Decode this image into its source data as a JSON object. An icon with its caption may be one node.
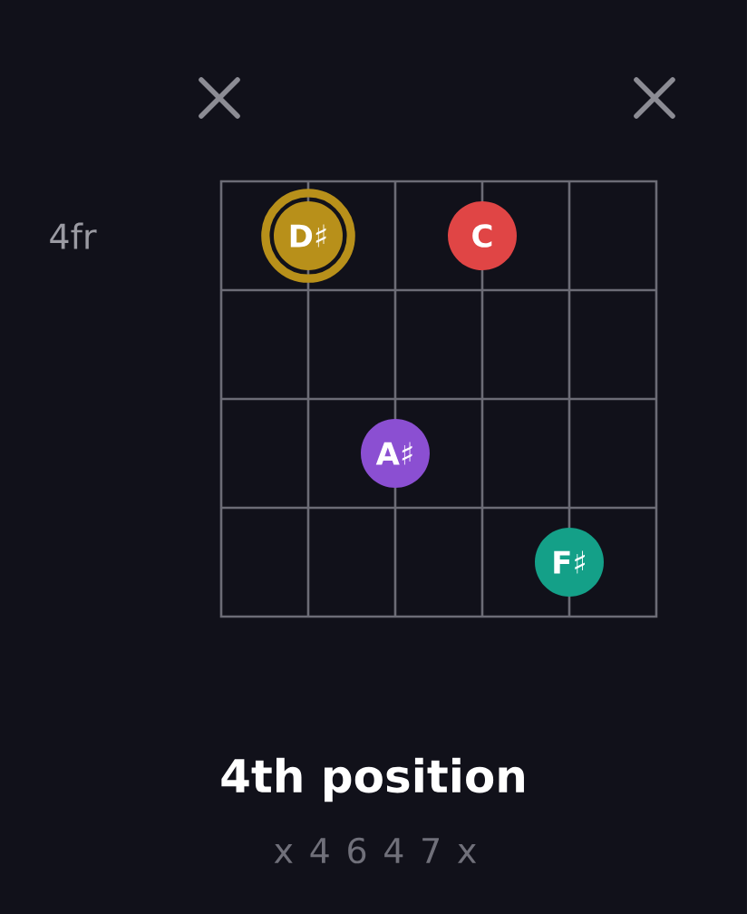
{
  "diagram": {
    "title": "4th position",
    "caption": "x 4 6 4 7 x",
    "nodes": [
      {
        "text": [
          "D♯"
        ]
      },
      {
        "text": [
          "C"
        ]
      },
      {
        "text": [
          "A♯"
        ]
      },
      {
        "text": [
          "F♯"
        ]
      }
    ],
    "labels": [
      "4fr"
    ]
  }
}
